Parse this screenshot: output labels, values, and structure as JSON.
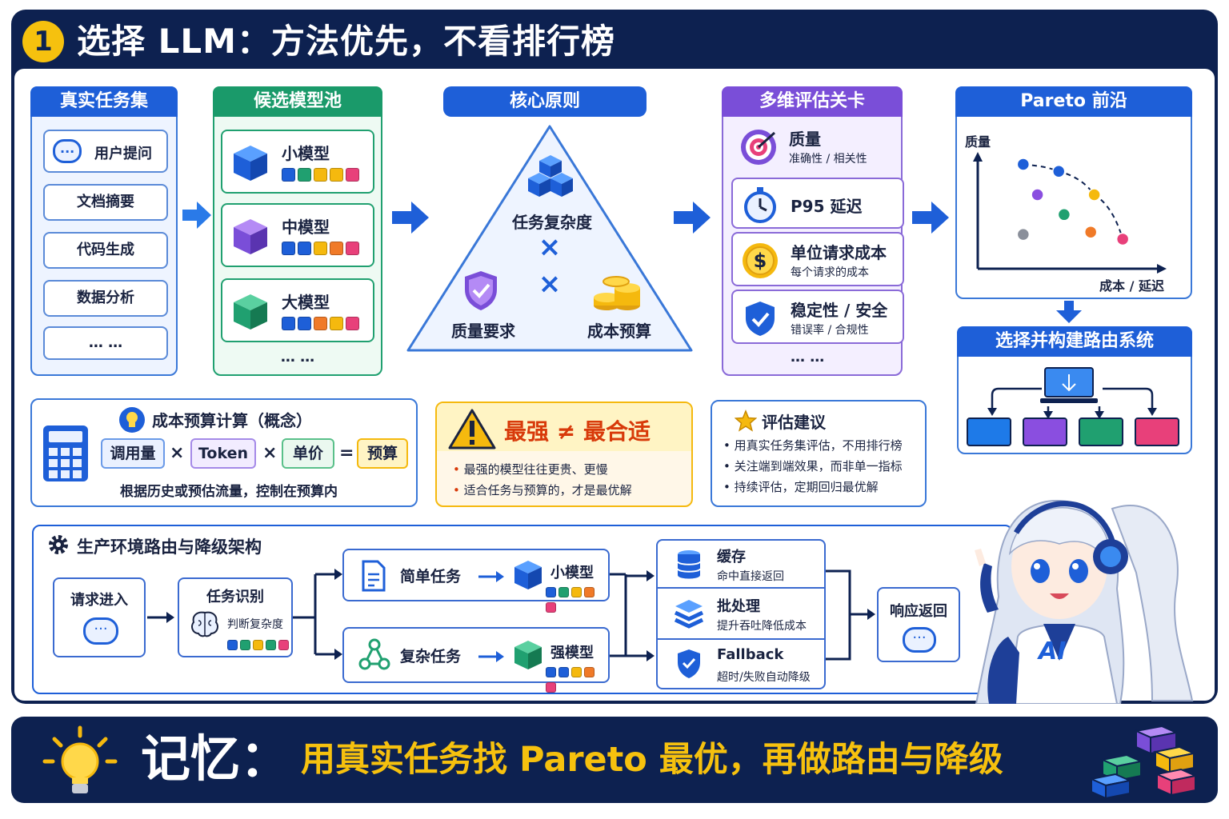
{
  "header": {
    "number": "1",
    "title": "选择 LLM：方法优先，不看排行榜"
  },
  "tasks": {
    "title": "真实任务集",
    "items": [
      "用户提问",
      "文档摘要",
      "代码生成",
      "数据分析",
      "… …"
    ]
  },
  "models": {
    "title": "候选模型池",
    "items": [
      "小模型",
      "中模型",
      "大模型"
    ],
    "more": "… …"
  },
  "principle": {
    "title": "核心原则",
    "top": "任务复杂度",
    "left": "质量要求",
    "right": "成本预算",
    "times": "×"
  },
  "gates": {
    "title": "多维评估关卡",
    "items": [
      {
        "name": "质量",
        "sub": "准确性 / 相关性"
      },
      {
        "name": "P95 延迟",
        "sub": ""
      },
      {
        "name": "单位请求成本",
        "sub": "每个请求的成本"
      },
      {
        "name": "稳定性 / 安全",
        "sub": "错误率 / 合规性"
      }
    ],
    "more": "… …"
  },
  "pareto": {
    "title": "Pareto 前沿",
    "ylabel": "质量",
    "xlabel": "成本 / 延迟"
  },
  "chart_data": {
    "type": "scatter",
    "title": "Pareto 前沿",
    "xlabel": "成本 / 延迟",
    "ylabel": "质量",
    "points": [
      {
        "x": 0.22,
        "y": 0.88,
        "color": "#1e5fd8",
        "frontier": true
      },
      {
        "x": 0.42,
        "y": 0.82,
        "color": "#1e5fd8",
        "frontier": true
      },
      {
        "x": 0.62,
        "y": 0.62,
        "color": "#f5b90e",
        "frontier": true
      },
      {
        "x": 0.78,
        "y": 0.24,
        "color": "#e8407a",
        "frontier": true
      },
      {
        "x": 0.3,
        "y": 0.62,
        "color": "#8a4ee0",
        "frontier": false
      },
      {
        "x": 0.45,
        "y": 0.45,
        "color": "#20a070",
        "frontier": false
      },
      {
        "x": 0.6,
        "y": 0.3,
        "color": "#f07a28",
        "frontier": false
      },
      {
        "x": 0.22,
        "y": 0.28,
        "color": "#8a8f9a",
        "frontier": false
      }
    ]
  },
  "routing_box": {
    "title": "选择并构建路由系统"
  },
  "budget": {
    "title": "成本预算计算（概念）",
    "terms": [
      "调用量",
      "Token",
      "单价",
      "预算"
    ],
    "times": "×",
    "equals": "=",
    "note": "根据历史或预估流量，控制在预算内"
  },
  "warning": {
    "title": "最强 ≠ 最合适",
    "bullets": [
      "最强的模型往往更贵、更慢",
      "适合任务与预算的，才是最优解"
    ]
  },
  "advice": {
    "title": "评估建议",
    "bullets": [
      "用真实任务集评估，不用排行榜",
      "关注端到端效果，而非单一指标",
      "持续评估，定期回归最优解"
    ]
  },
  "production": {
    "title": "生产环境路由与降级架构",
    "request": "请求进入",
    "identify": "任务识别",
    "identify_sub": "判断复杂度",
    "simple": "简单任务",
    "small_model": "小模型",
    "complex": "复杂任务",
    "strong_model": "强模型",
    "cache": {
      "name": "缓存",
      "sub": "命中直接返回"
    },
    "batch": {
      "name": "批处理",
      "sub": "提升吞吐降低成本"
    },
    "fallback": {
      "name": "Fallback",
      "sub": "超时/失败自动降级"
    },
    "response": "响应返回"
  },
  "mascot": {
    "badge": "AI"
  },
  "memory": {
    "label": "记忆：",
    "text": "用真实任务找 Pareto 最优，再做路由与降级"
  },
  "colors": {
    "navy": "#0d2150",
    "blue": "#1e5fd8",
    "purple": "#7a4ed8",
    "green": "#20a070",
    "yellow": "#f5b90e",
    "orange": "#f07a28",
    "pink": "#e8407a",
    "teal": "#21a88a"
  }
}
